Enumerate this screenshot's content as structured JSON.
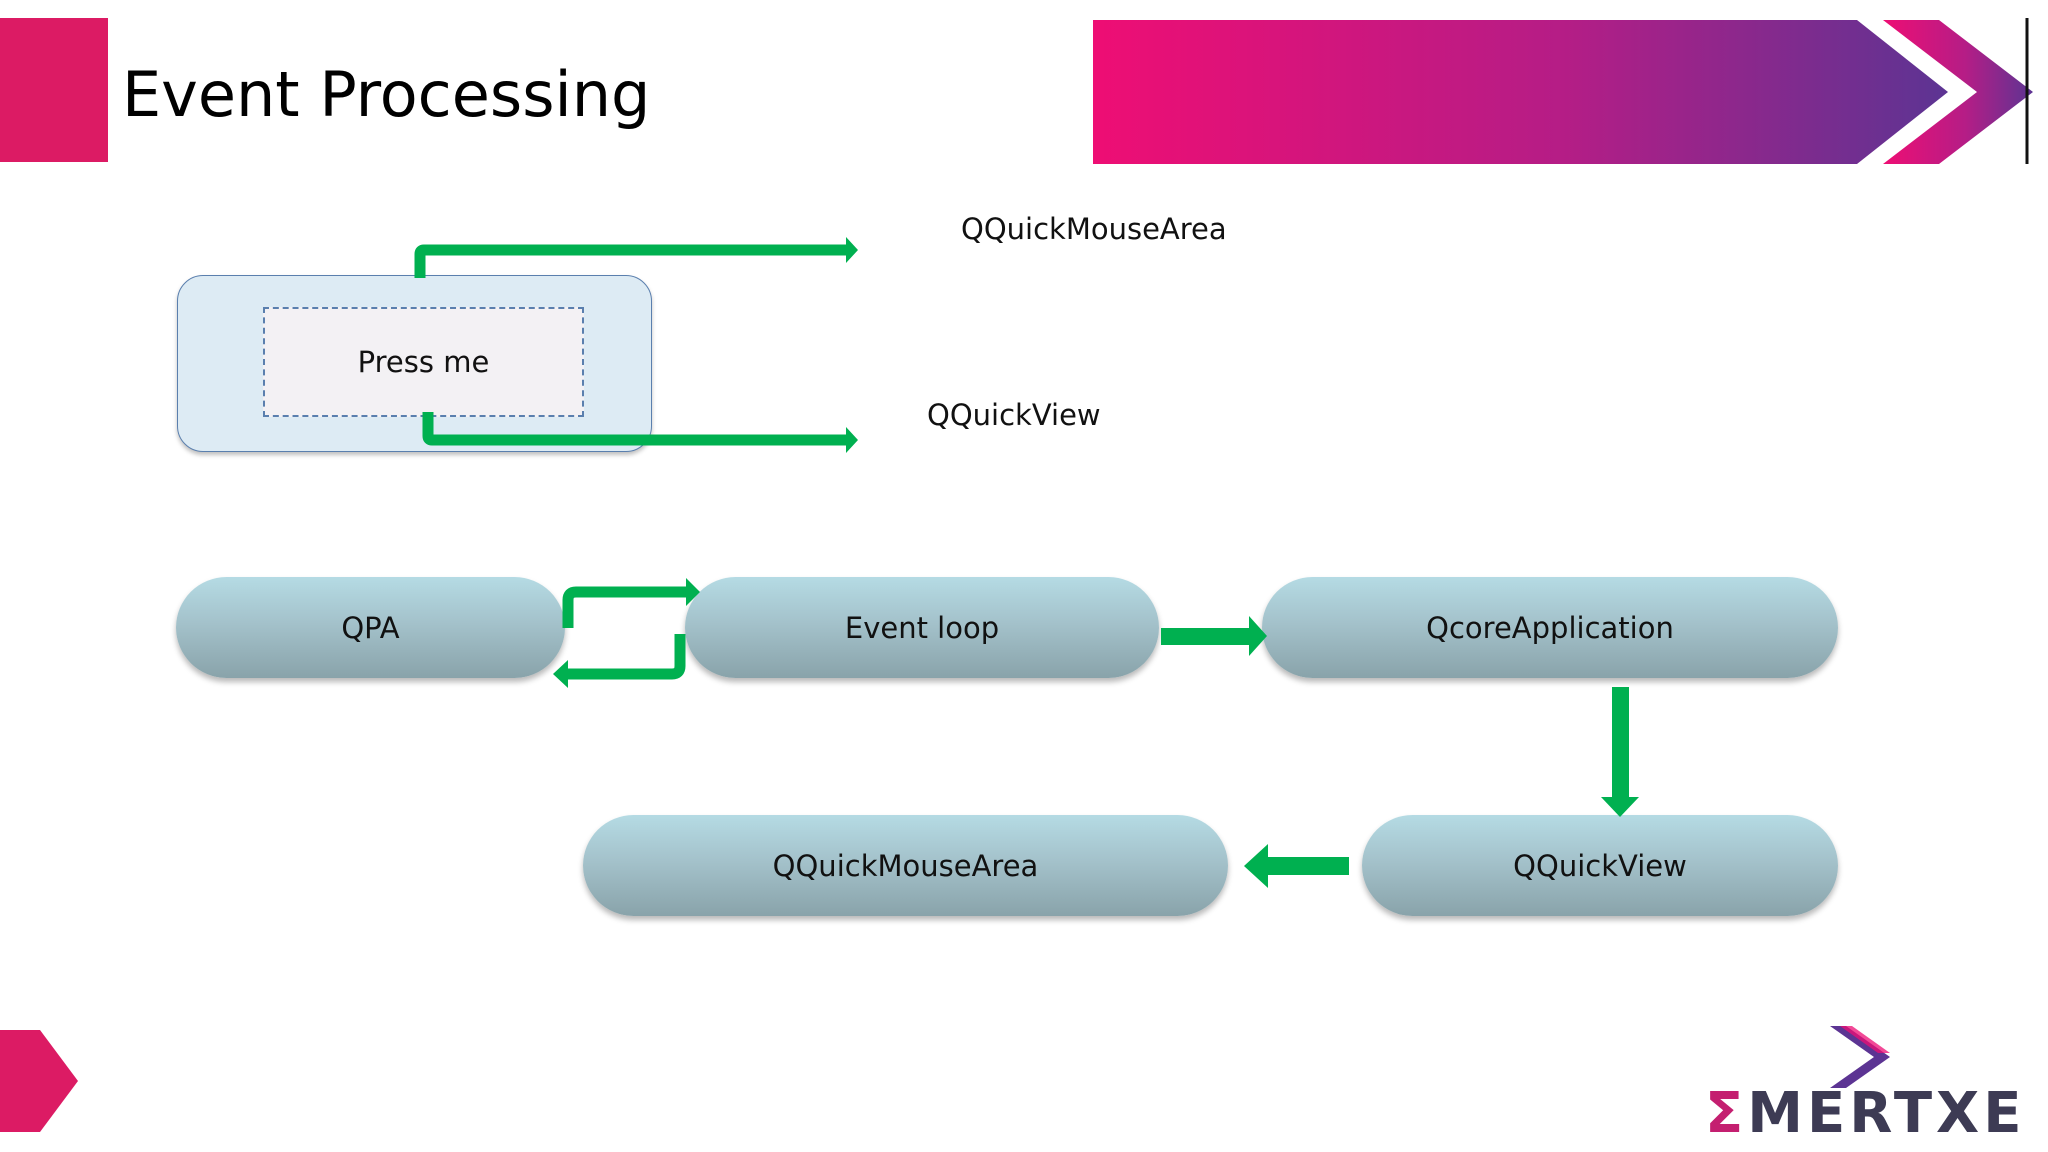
{
  "slide": {
    "title": "Event Processing"
  },
  "demo": {
    "button_label": "Press me",
    "label_mouse_area": "QQuickMouseArea",
    "label_view": "QQuickView"
  },
  "flow": {
    "nodes": {
      "qpa": "QPA",
      "event_loop": "Event loop",
      "core_app": "QcoreApplication",
      "quick_view": "QQuickView",
      "mouse_area": "QQuickMouseArea"
    }
  },
  "logo": {
    "text": "MERTXE",
    "sigma": "Σ"
  },
  "colors": {
    "arrow": "#00b050",
    "accent_pink": "#dc1b64",
    "banner_start": "#ee0e74",
    "banner_end": "#5c3493"
  }
}
